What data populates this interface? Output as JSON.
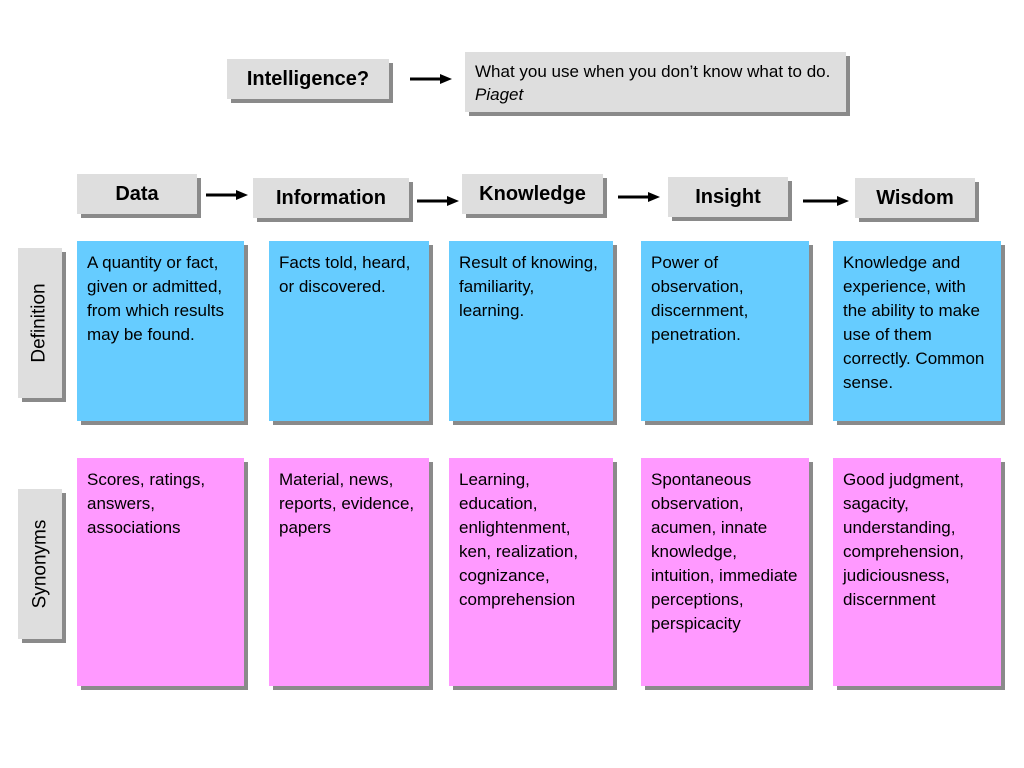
{
  "top": {
    "question": "Intelligence?",
    "definition_text": "What you use when you don’t know what to do.",
    "definition_source": "Piaget"
  },
  "stages": [
    {
      "label": "Data"
    },
    {
      "label": "Information"
    },
    {
      "label": "Knowledge"
    },
    {
      "label": "Insight"
    },
    {
      "label": "Wisdom"
    }
  ],
  "row_labels": {
    "definition": "Definition",
    "synonyms": "Synonyms"
  },
  "definitions": [
    "A quantity or fact, given or admitted, from which results may be found.",
    "Facts told, heard, or discovered.",
    "Result of knowing, familiarity, learning.",
    "Power of observation, discernment, penetration.",
    "Knowledge and experience, with the ability to make use of them correctly. Common sense."
  ],
  "synonyms": [
    "Scores, ratings, answers, associations",
    "Material, news, reports, evidence, papers",
    "Learning, education, enlightenment, ken, realization, cognizance, comprehension",
    "Spontaneous observation, acumen, innate knowledge, intuition, immediate perceptions, perspicacity",
    "Good judgment, sagacity, understanding, comprehension, judiciousness, discernment"
  ],
  "colors": {
    "definition_fill": "#66ccff",
    "synonym_fill": "#ff99ff",
    "header_fill": "#dedede",
    "shadow": "#8a8a8a"
  }
}
